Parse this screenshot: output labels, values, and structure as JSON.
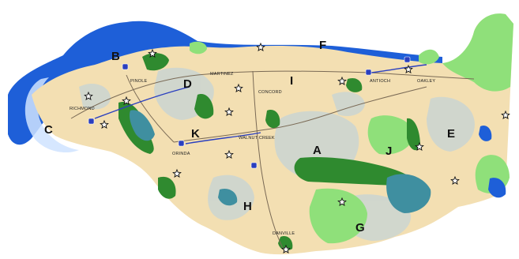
{
  "colors": {
    "water": "#1e5fd8",
    "bay_shallow": "#cfe3ff",
    "land": "#f3dfb2",
    "urban": "#cfd6cf",
    "park_light": "#8fe07a",
    "park_dark": "#2f8a2f",
    "reservoir": "#3f8fa0",
    "road": "#7a6a55",
    "interstate": "#2a3fbf"
  },
  "zones": [
    {
      "id": "A",
      "label": "A"
    },
    {
      "id": "B",
      "label": "B"
    },
    {
      "id": "C",
      "label": "C"
    },
    {
      "id": "D",
      "label": "D"
    },
    {
      "id": "E",
      "label": "E"
    },
    {
      "id": "F",
      "label": "F"
    },
    {
      "id": "G",
      "label": "G"
    },
    {
      "id": "H",
      "label": "H"
    },
    {
      "id": "I",
      "label": "I"
    },
    {
      "id": "J",
      "label": "J"
    },
    {
      "id": "K",
      "label": "K"
    }
  ],
  "cities": [
    {
      "id": "richmond",
      "label": "RICHMOND"
    },
    {
      "id": "pinole",
      "label": "PINOLE"
    },
    {
      "id": "martinez",
      "label": "MARTINEZ"
    },
    {
      "id": "concord",
      "label": "CONCORD"
    },
    {
      "id": "antioch",
      "label": "ANTIOCH"
    },
    {
      "id": "oakley",
      "label": "OAKLEY"
    },
    {
      "id": "walnut-creek",
      "label": "WALNUT CREEK"
    },
    {
      "id": "orinda",
      "label": "ORINDA"
    },
    {
      "id": "danville",
      "label": "DANVILLE"
    }
  ],
  "stars_count_note": "",
  "icons": [
    "star-icon",
    "interstate-shield-icon"
  ]
}
